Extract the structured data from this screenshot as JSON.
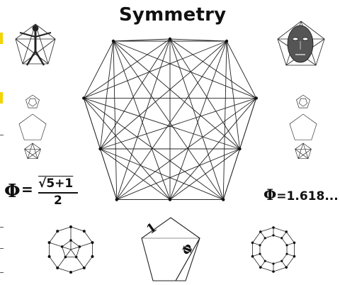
{
  "title": "Symmetry",
  "formula": {
    "symbol": "Φ",
    "equals": "=",
    "numerator": "√5+1",
    "denominator": "2"
  },
  "golden_ratio_value": {
    "symbol": "Φ",
    "text": "=1.618..."
  },
  "pentagon_labels": {
    "side": "1",
    "diagonal": "Φ"
  },
  "colors": {
    "ink": "#111111",
    "highlight": "#f2d400"
  }
}
